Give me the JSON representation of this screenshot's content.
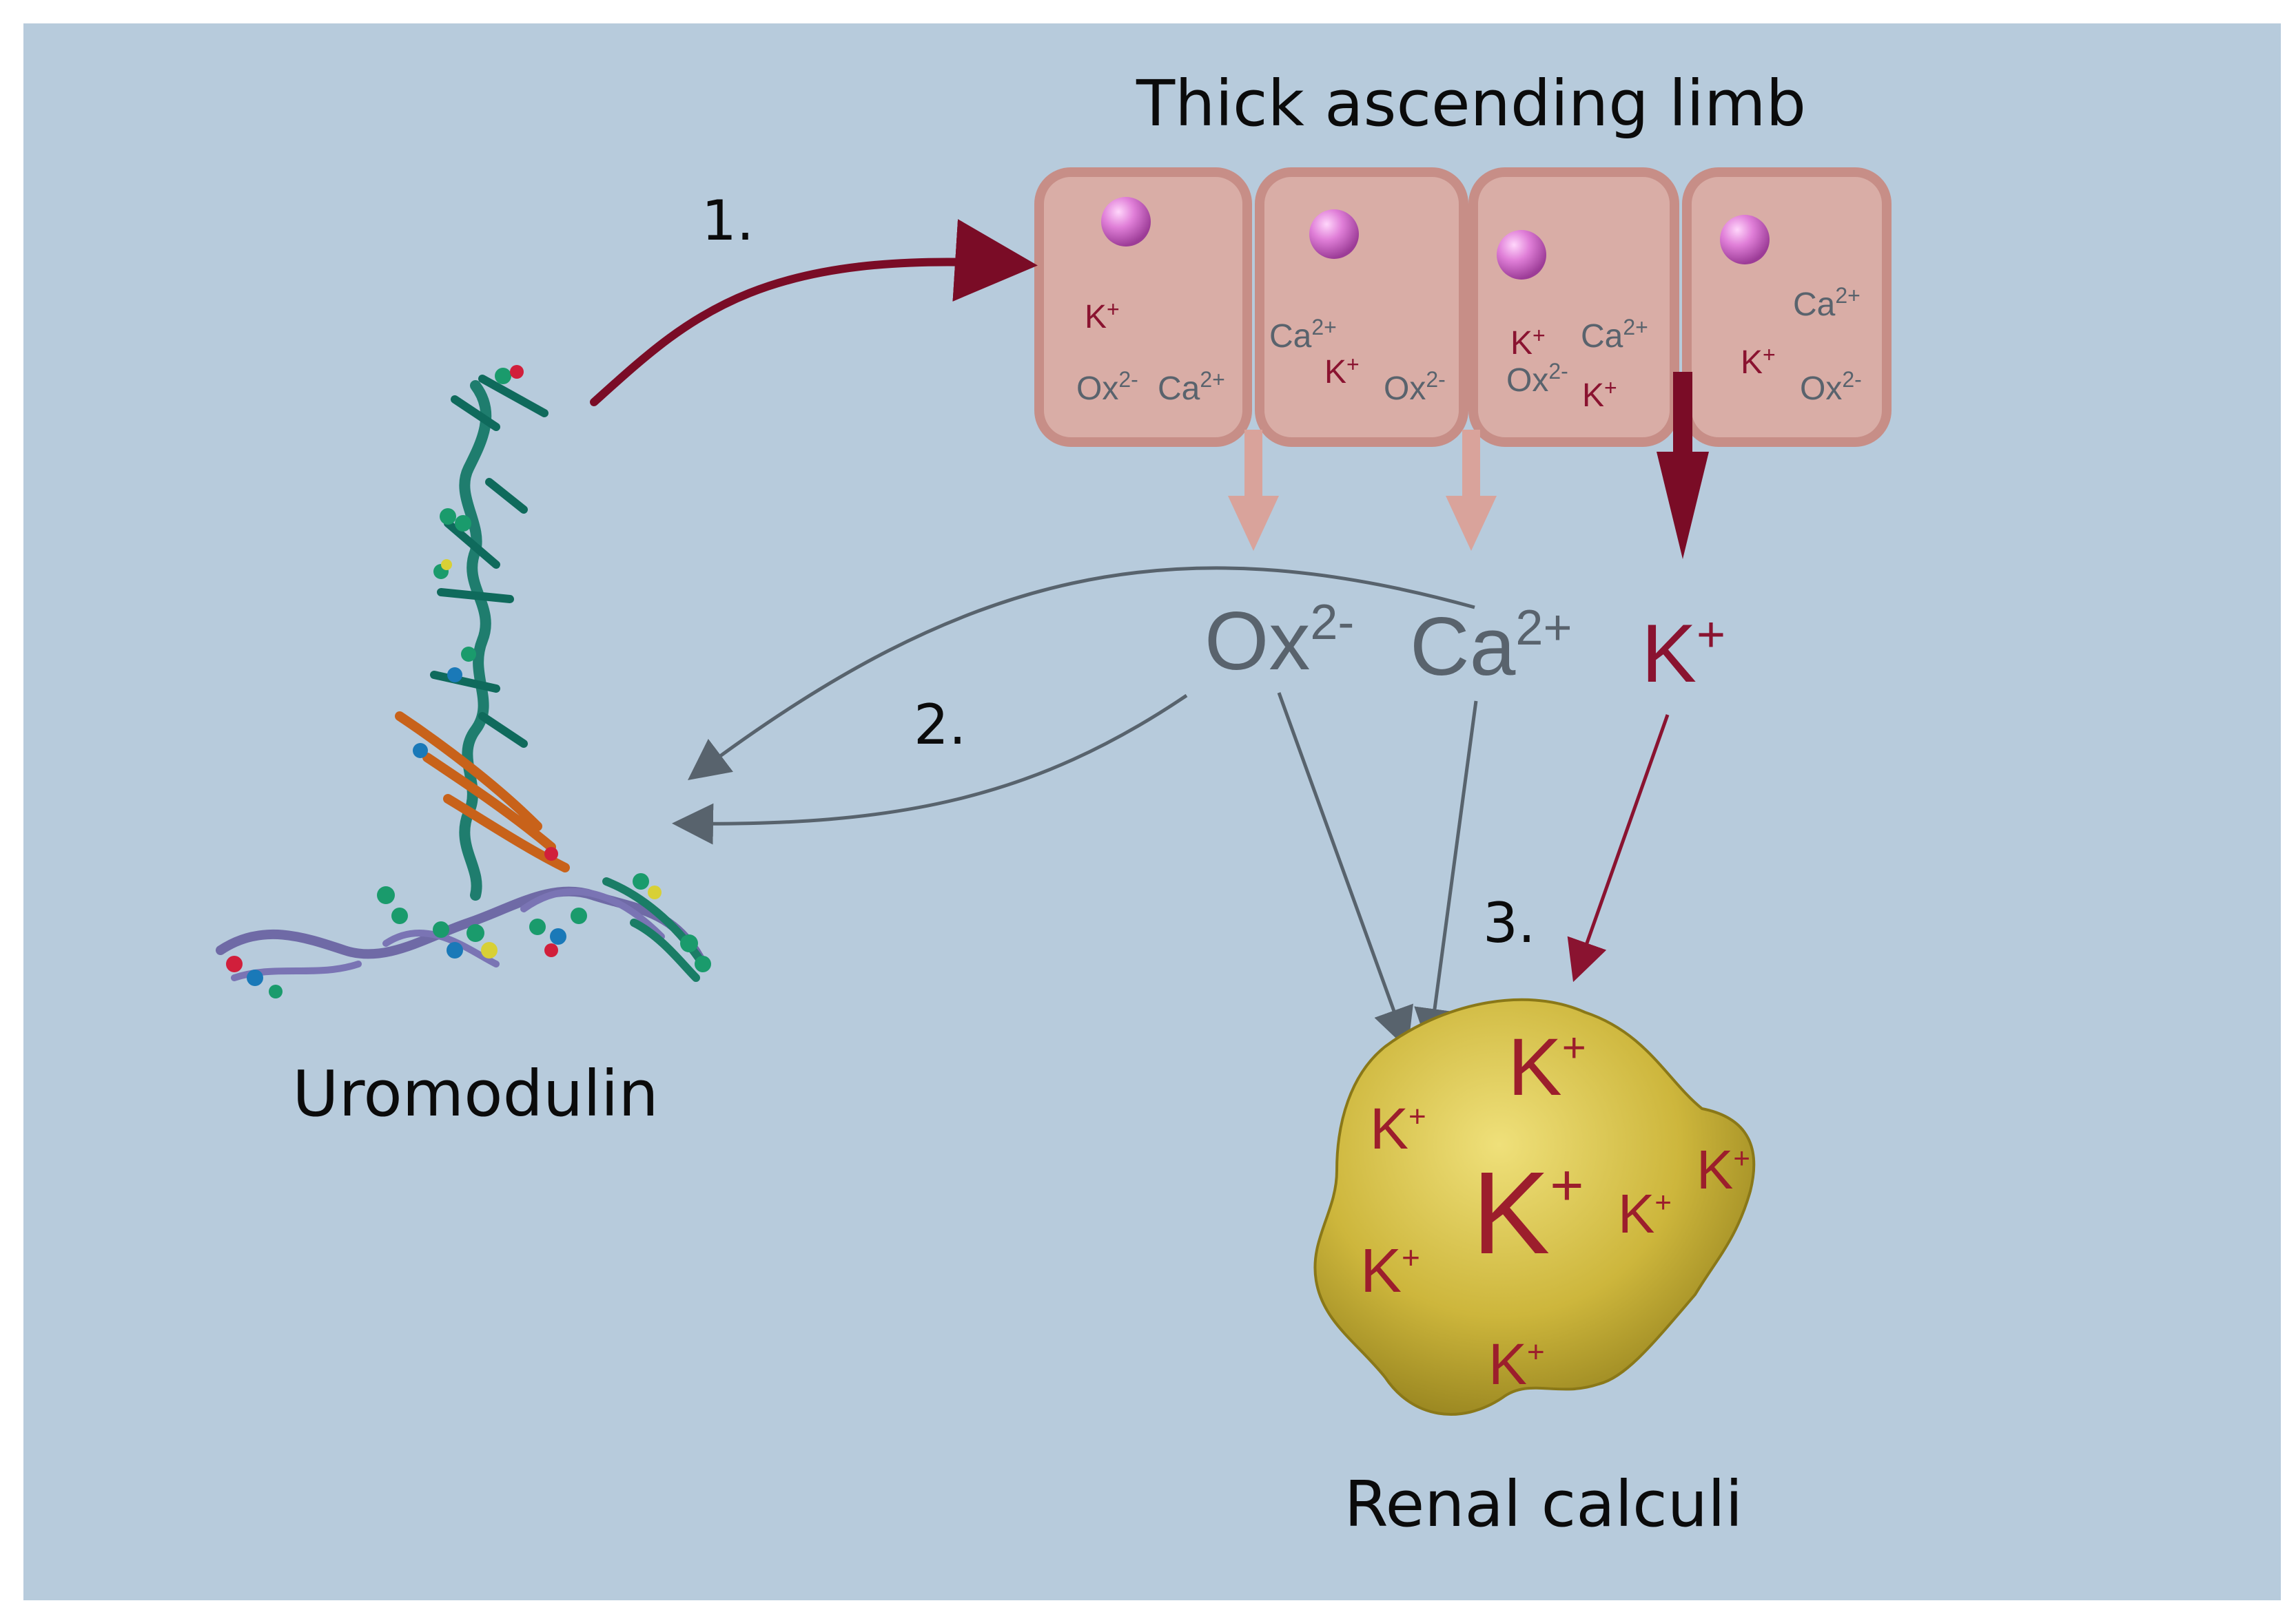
{
  "title": "Thick ascending limb",
  "labels": {
    "uromodulin": "Uromodulin",
    "renal_calculi": "Renal calculi"
  },
  "steps": [
    "1.",
    "2.",
    "3."
  ],
  "ions": {
    "oxalate": {
      "base": "Ox",
      "charge": "2-"
    },
    "calcium": {
      "base": "Ca",
      "charge": "2+"
    },
    "potassium": {
      "base": "K",
      "charge": "+"
    }
  },
  "stone_ion": {
    "base": "K",
    "charge": "+"
  },
  "colors": {
    "background": "#b7cbdc",
    "cell_fill": "#d9ada6",
    "cell_border": "#c78e87",
    "arrow_dark_red": "#7a0c26",
    "arrow_grey": "#58636d",
    "stone": "#c9b43a",
    "vesicle": "#e07fd8"
  }
}
